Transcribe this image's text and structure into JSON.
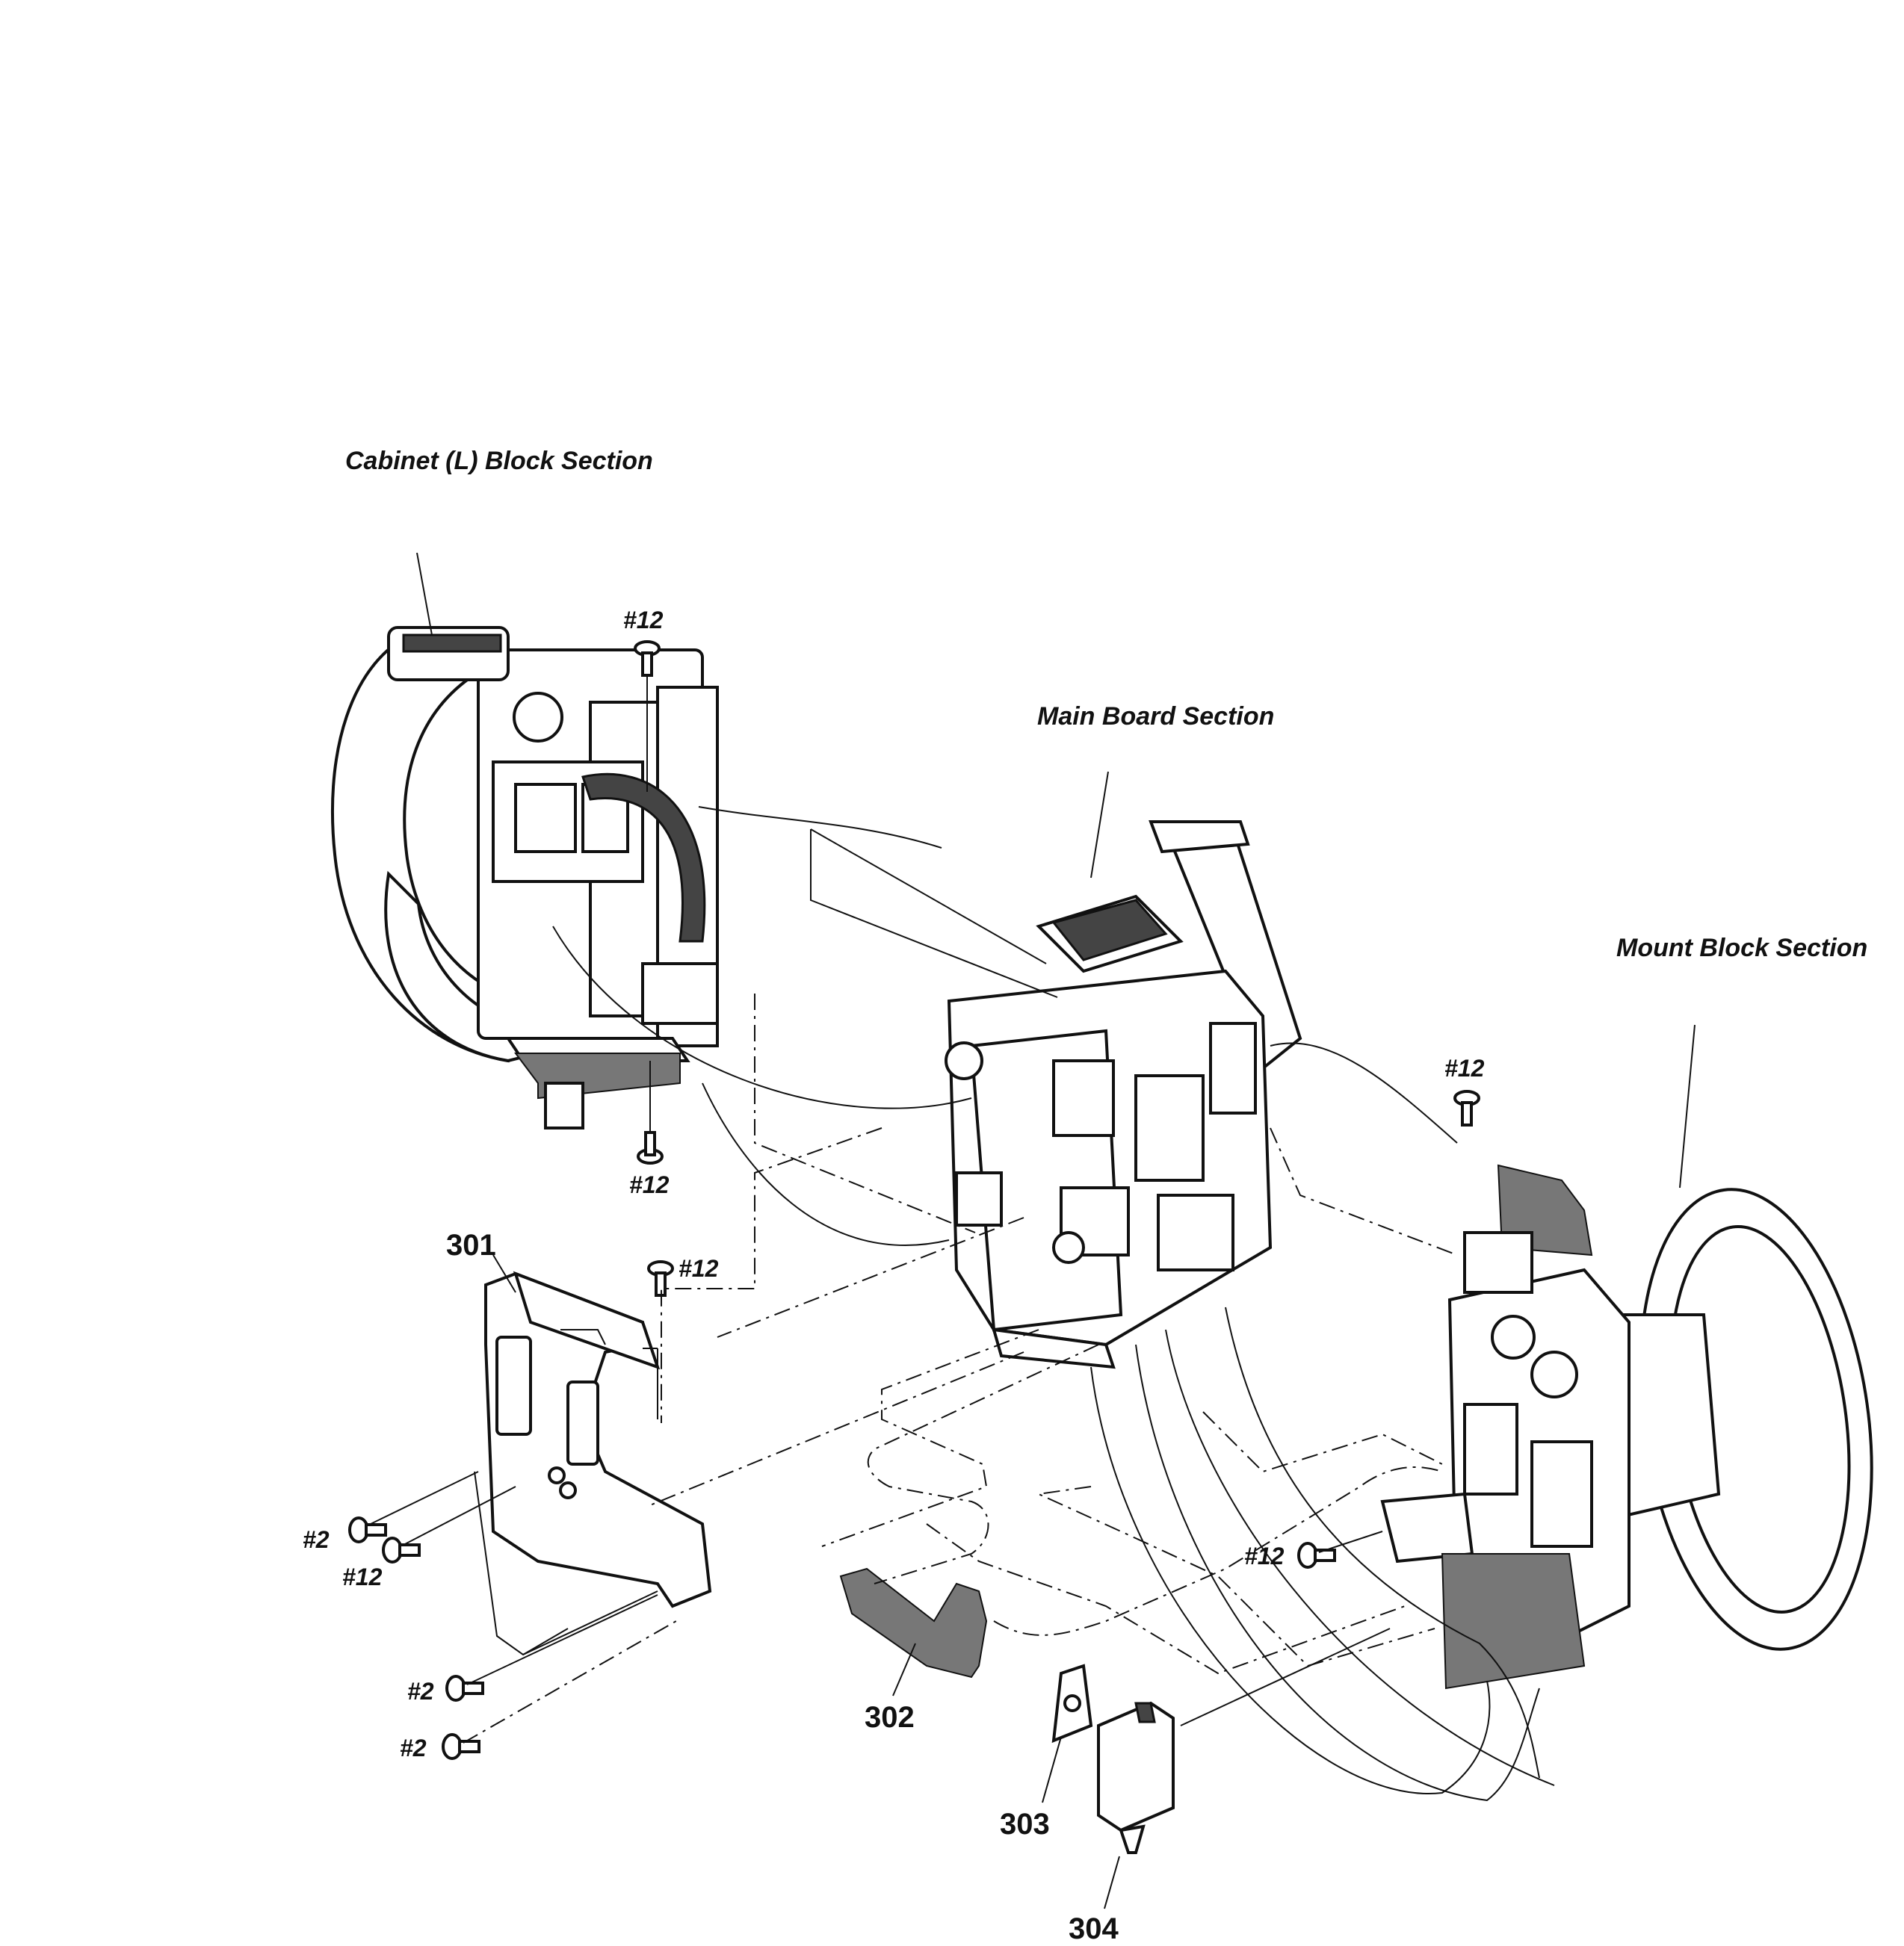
{
  "sections": {
    "cabinet_l": "Cabinet (L) Block Section",
    "main_board": "Main Board Section",
    "mount_block": "Mount Block Section"
  },
  "parts": {
    "p301": "301",
    "p302": "302",
    "p303": "303",
    "p304": "304"
  },
  "screws": {
    "s12": "#12",
    "s2": "#2"
  }
}
